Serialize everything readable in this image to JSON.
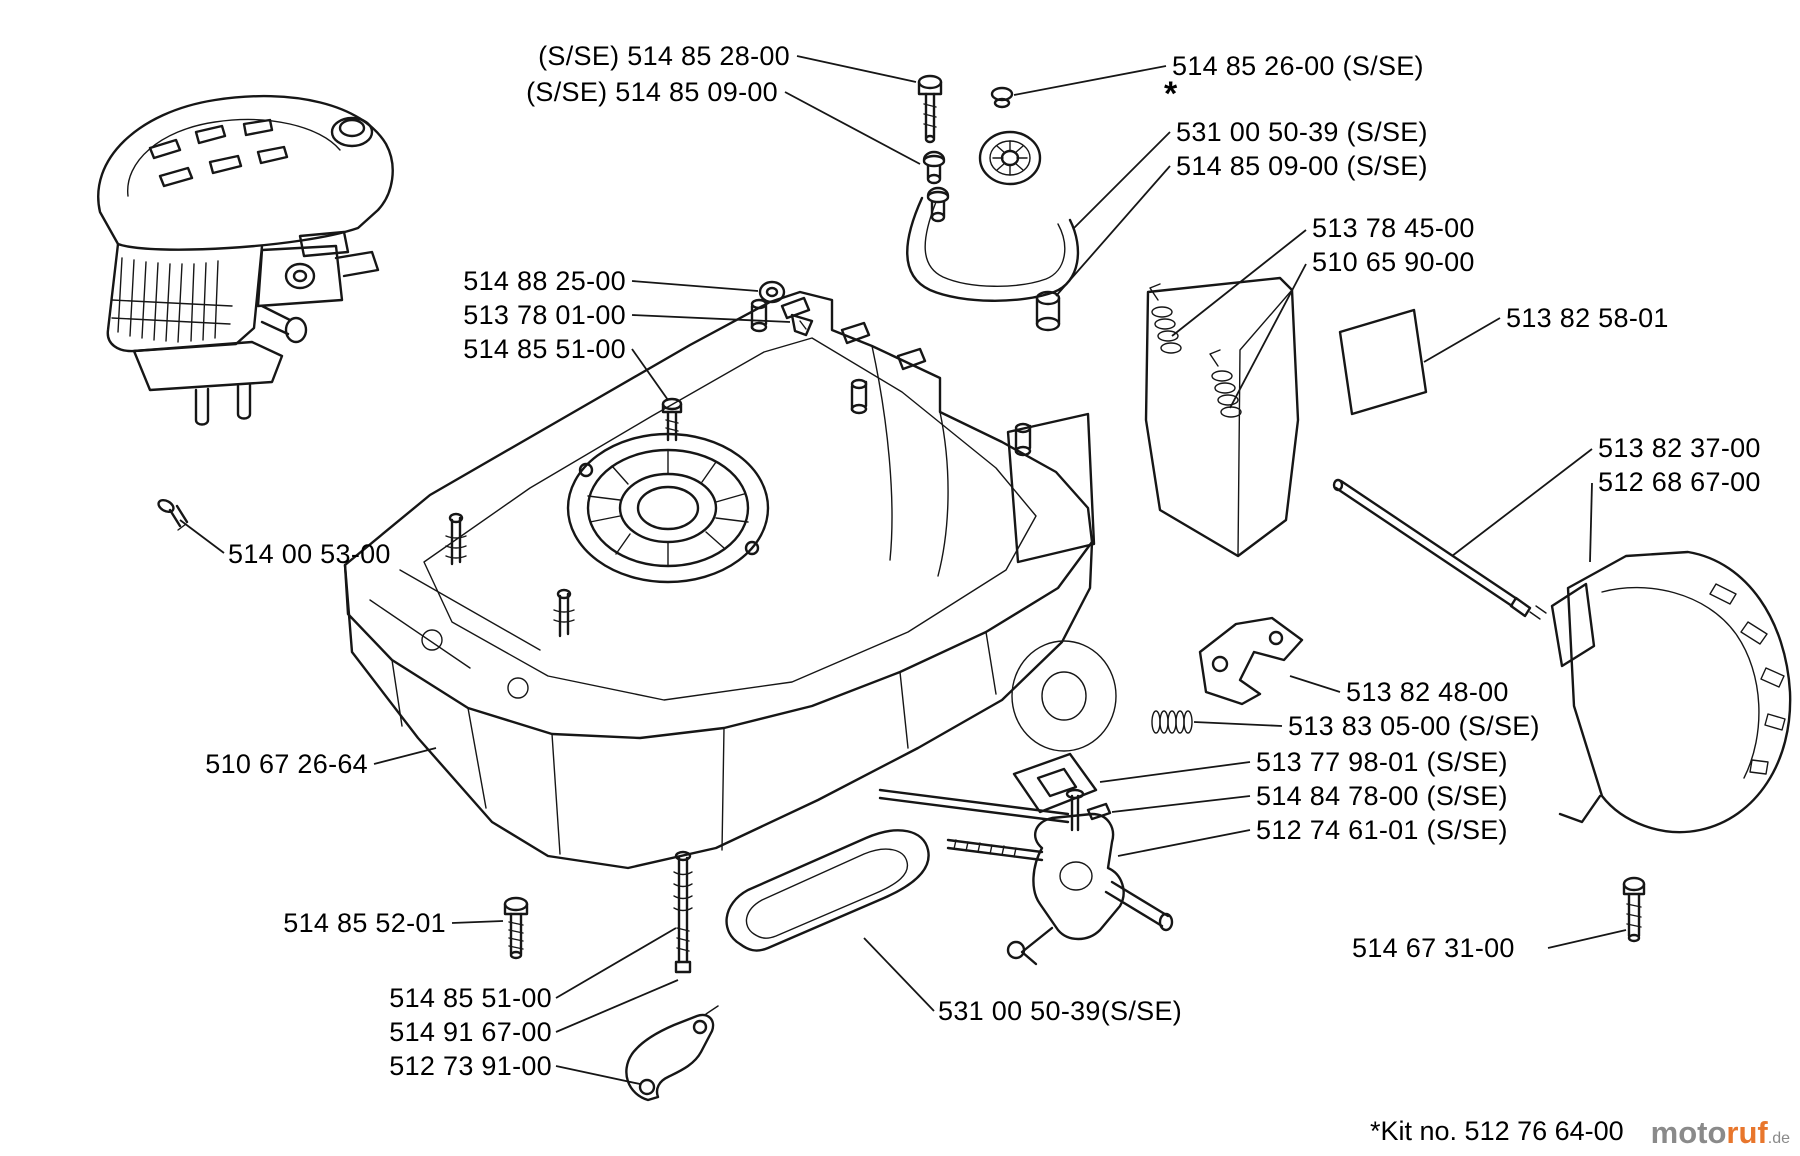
{
  "diagram": {
    "title": "lawn-mower-chassis-exploded-parts-diagram",
    "labels": [
      {
        "id": "l-5148528",
        "text": "(S/SE) 514 85 28-00"
      },
      {
        "id": "l-5148509a",
        "text": "(S/SE) 514 85 09-00"
      },
      {
        "id": "l-5148526",
        "text": "514 85 26-00 (S/SE)"
      },
      {
        "id": "l-5310050a",
        "text": "531 00 50-39 (S/SE)"
      },
      {
        "id": "l-5148509b",
        "text": "514 85 09-00 (S/SE)"
      },
      {
        "id": "l-5137845",
        "text": "513 78 45-00"
      },
      {
        "id": "l-5106590",
        "text": "510 65 90-00"
      },
      {
        "id": "l-5138258",
        "text": "513 82 58-01"
      },
      {
        "id": "l-5148825",
        "text": "514 88 25-00"
      },
      {
        "id": "l-5137801",
        "text": "513 78 01-00"
      },
      {
        "id": "l-5148551a",
        "text": "514 85 51-00"
      },
      {
        "id": "l-5138237",
        "text": "513 82 37-00"
      },
      {
        "id": "l-5126867",
        "text": "512 68 67-00"
      },
      {
        "id": "l-5140053",
        "text": "514 00 53-00"
      },
      {
        "id": "l-5138248",
        "text": "513 82 48-00"
      },
      {
        "id": "l-5138305",
        "text": "513 83 05-00 (S/SE)"
      },
      {
        "id": "l-5106726",
        "text": "510 67 26-64"
      },
      {
        "id": "l-5137798",
        "text": "513 77 98-01 (S/SE)"
      },
      {
        "id": "l-5148478",
        "text": "514 84 78-00 (S/SE)"
      },
      {
        "id": "l-5127461",
        "text": "512 74 61-01 (S/SE)"
      },
      {
        "id": "l-5148552",
        "text": "514 85 52-01"
      },
      {
        "id": "l-5146731",
        "text": "514 67 31-00"
      },
      {
        "id": "l-5148551b",
        "text": "514 85 51-00"
      },
      {
        "id": "l-5149167",
        "text": "514 91 67-00"
      },
      {
        "id": "l-5127391",
        "text": "512 73 91-00"
      },
      {
        "id": "l-5310050b",
        "text": "531 00 50-39(S/SE)"
      }
    ],
    "asterisk": "*",
    "kit_note": "*Kit no. 512 76 64-00",
    "watermark": {
      "prefix": "moto",
      "suffix": "ruf",
      "tld": ".de"
    },
    "colors": {
      "line": "#161616",
      "background": "#ffffff",
      "watermark_gray": "#8a8a8a",
      "watermark_accent": "#e8762c"
    }
  }
}
